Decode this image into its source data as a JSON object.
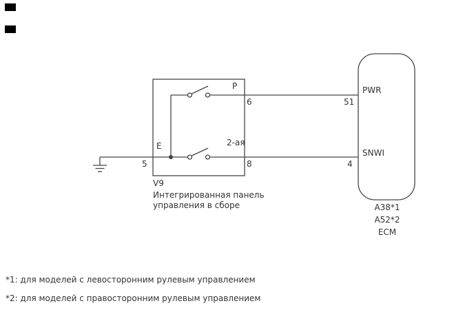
{
  "diagram": {
    "panel": {
      "terminal_e": "E",
      "pin_left": "5",
      "switch_top": {
        "label": "P",
        "pin": "6"
      },
      "switch_bottom": {
        "label": "2-ая",
        "pin": "8"
      },
      "code": "V9",
      "caption": [
        "Интегрированная панель",
        "управления в сборе"
      ]
    },
    "ecm": {
      "top": {
        "pin": "51",
        "terminal": "PWR"
      },
      "bottom": {
        "pin": "4",
        "terminal": "SNWI"
      },
      "connector_labels": [
        "A38*1",
        "A52*2",
        "ECM"
      ]
    },
    "footnotes": [
      "*1: для моделей с левосторонним рулевым управлением",
      "*2: для моделей с правосторонним рулевым управлением"
    ]
  }
}
